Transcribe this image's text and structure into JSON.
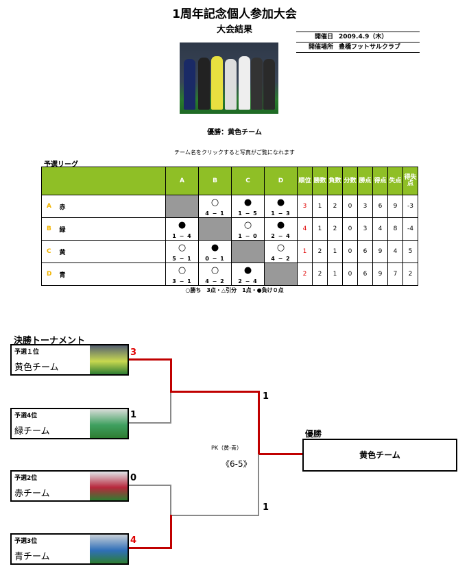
{
  "title": "1周年記念個人参加大会",
  "subtitle": "大会結果",
  "info": [
    {
      "key": "開催日",
      "value": "2009.4.9（木）"
    },
    {
      "key": "開催場所",
      "value": "豊橋フットサルクラブ"
    }
  ],
  "winner_text": "優勝：黄色チーム",
  "click_note": "チーム名をクリックすると写真がご覧になれます",
  "league": {
    "title": "予選リーグ",
    "columns": [
      "A",
      "B",
      "C",
      "D"
    ],
    "stat_headers": [
      "順位",
      "勝数",
      "負数",
      "分数",
      "勝点",
      "得点",
      "失点",
      "得失点"
    ],
    "rows": [
      {
        "letter": "A",
        "team": "赤",
        "cells": [
          null,
          {
            "mark": "○",
            "score": "4 − 1"
          },
          {
            "mark": "●",
            "score": "1 − 5"
          },
          {
            "mark": "●",
            "score": "1 − 3"
          }
        ],
        "stats": [
          "3",
          "1",
          "2",
          "0",
          "3",
          "6",
          "9",
          "-3"
        ]
      },
      {
        "letter": "B",
        "team": "緑",
        "cells": [
          {
            "mark": "●",
            "score": "1 − 4"
          },
          null,
          {
            "mark": "○",
            "score": "1 − 0"
          },
          {
            "mark": "●",
            "score": "2 − 4"
          }
        ],
        "stats": [
          "4",
          "1",
          "2",
          "0",
          "3",
          "4",
          "8",
          "-4"
        ]
      },
      {
        "letter": "C",
        "team": "黄",
        "cells": [
          {
            "mark": "○",
            "score": "5 − 1"
          },
          {
            "mark": "●",
            "score": "0 − 1"
          },
          null,
          {
            "mark": "○",
            "score": "4 − 2"
          }
        ],
        "stats": [
          "1",
          "2",
          "1",
          "0",
          "6",
          "9",
          "4",
          "5"
        ]
      },
      {
        "letter": "D",
        "team": "青",
        "cells": [
          {
            "mark": "○",
            "score": "3 − 1"
          },
          {
            "mark": "○",
            "score": "4 − 2"
          },
          {
            "mark": "●",
            "score": "2 − 4"
          },
          null
        ],
        "stats": [
          "2",
          "2",
          "1",
          "0",
          "6",
          "9",
          "7",
          "2"
        ]
      }
    ],
    "legend": "○勝ち　3点・△引分　1点・●負け０点"
  },
  "tournament": {
    "title": "決勝トーナメント",
    "teams": [
      {
        "seed": "予選１位",
        "name": "黄色チーム",
        "score": "3"
      },
      {
        "seed": "予選4位",
        "name": "緑チーム",
        "score": "1"
      },
      {
        "seed": "予選2位",
        "name": "赤チーム",
        "score": "0"
      },
      {
        "seed": "予選3位",
        "name": "青チーム",
        "score": "4"
      }
    ],
    "semi_scores": [
      "1",
      "1"
    ],
    "pk_label": "PK（黄-青）",
    "pk_score": "《6-5》",
    "champion_label": "優勝",
    "champion": "黄色チーム"
  },
  "colors": {
    "header_green": "#8fbf26",
    "letter_yellow": "#f2b400",
    "win_red": "#cc0000",
    "line_gray": "#888888"
  }
}
